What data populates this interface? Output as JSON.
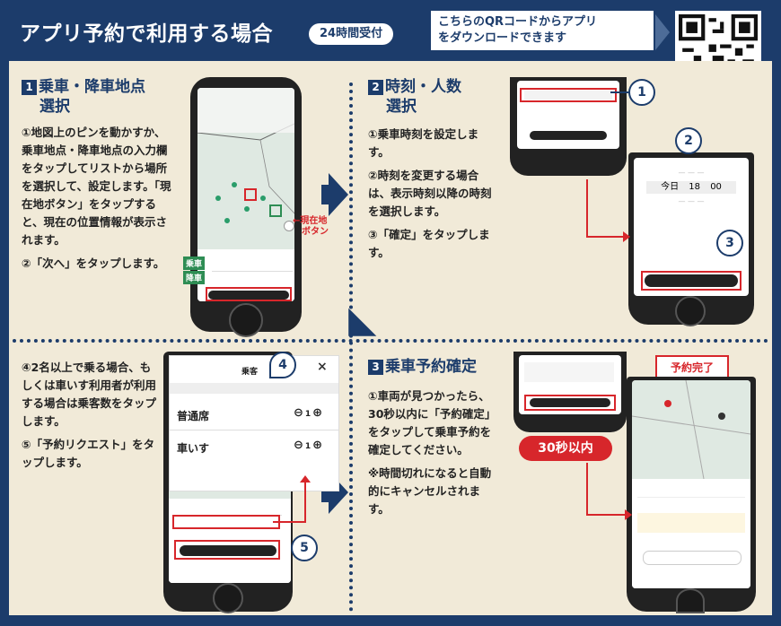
{
  "header": {
    "title": "アプリ予約で利用する場合",
    "badge": "24時間受付",
    "qr_line1": "こちらのQRコードからアプリ",
    "qr_line2": "をダウンロードできます"
  },
  "step1": {
    "number": "1",
    "title_line1": "乗車・降車地点",
    "title_line2": "選択",
    "item1": "①地図上のピンを動かすか、乗車地点・降車地点の入力欄をタップしてリストから場所を選択して、設定します。「現在地ボタン」をタップすると、現在の位置情報が表示されます。",
    "item2": "②「次へ」をタップします。",
    "current_button_label_l1": "←現在地",
    "current_button_label_l2": "ボタン",
    "tag_pickup": "乗車",
    "tag_dropoff": "降車"
  },
  "step2": {
    "number": "2",
    "title_line1": "時刻・人数",
    "title_line2": "選択",
    "item1": "①乗車時刻を設定します。",
    "item2": "②時刻を変更する場合は、表示時刻以降の時刻を選択します。",
    "item3": "③「確定」をタップします。",
    "time_today": "今日",
    "time_hour": "18",
    "time_min": "00"
  },
  "step4": {
    "item4": "④2名以上で乗る場合、もしくは車いす利用者が利用する場合は乗客数をタップします。",
    "item5": "⑤「予約リクエスト」をタップします。",
    "panel_title": "乗客",
    "seat_normal": "普通席",
    "seat_wheelchair": "車いす",
    "count_normal": "1",
    "count_wheelchair": "1",
    "minus": "⊖",
    "plus": "⊕",
    "close": "×"
  },
  "step3": {
    "number": "3",
    "title": "乗車予約確定",
    "item1": "①車両が見つかったら、30秒以内に「予約確定」をタップして乗車予約を確定してください。",
    "note": "※時間切れになると自動的にキャンセルされます。",
    "badge_30s": "30秒以内",
    "badge_done": "予約完了"
  },
  "markers": {
    "c1": "1",
    "c2": "2",
    "c3": "3",
    "c4": "4",
    "c5": "5"
  },
  "colors": {
    "navy": "#1c3c6b",
    "red": "#d7262b",
    "green": "#2e8d54",
    "cream": "#f1ead8"
  }
}
